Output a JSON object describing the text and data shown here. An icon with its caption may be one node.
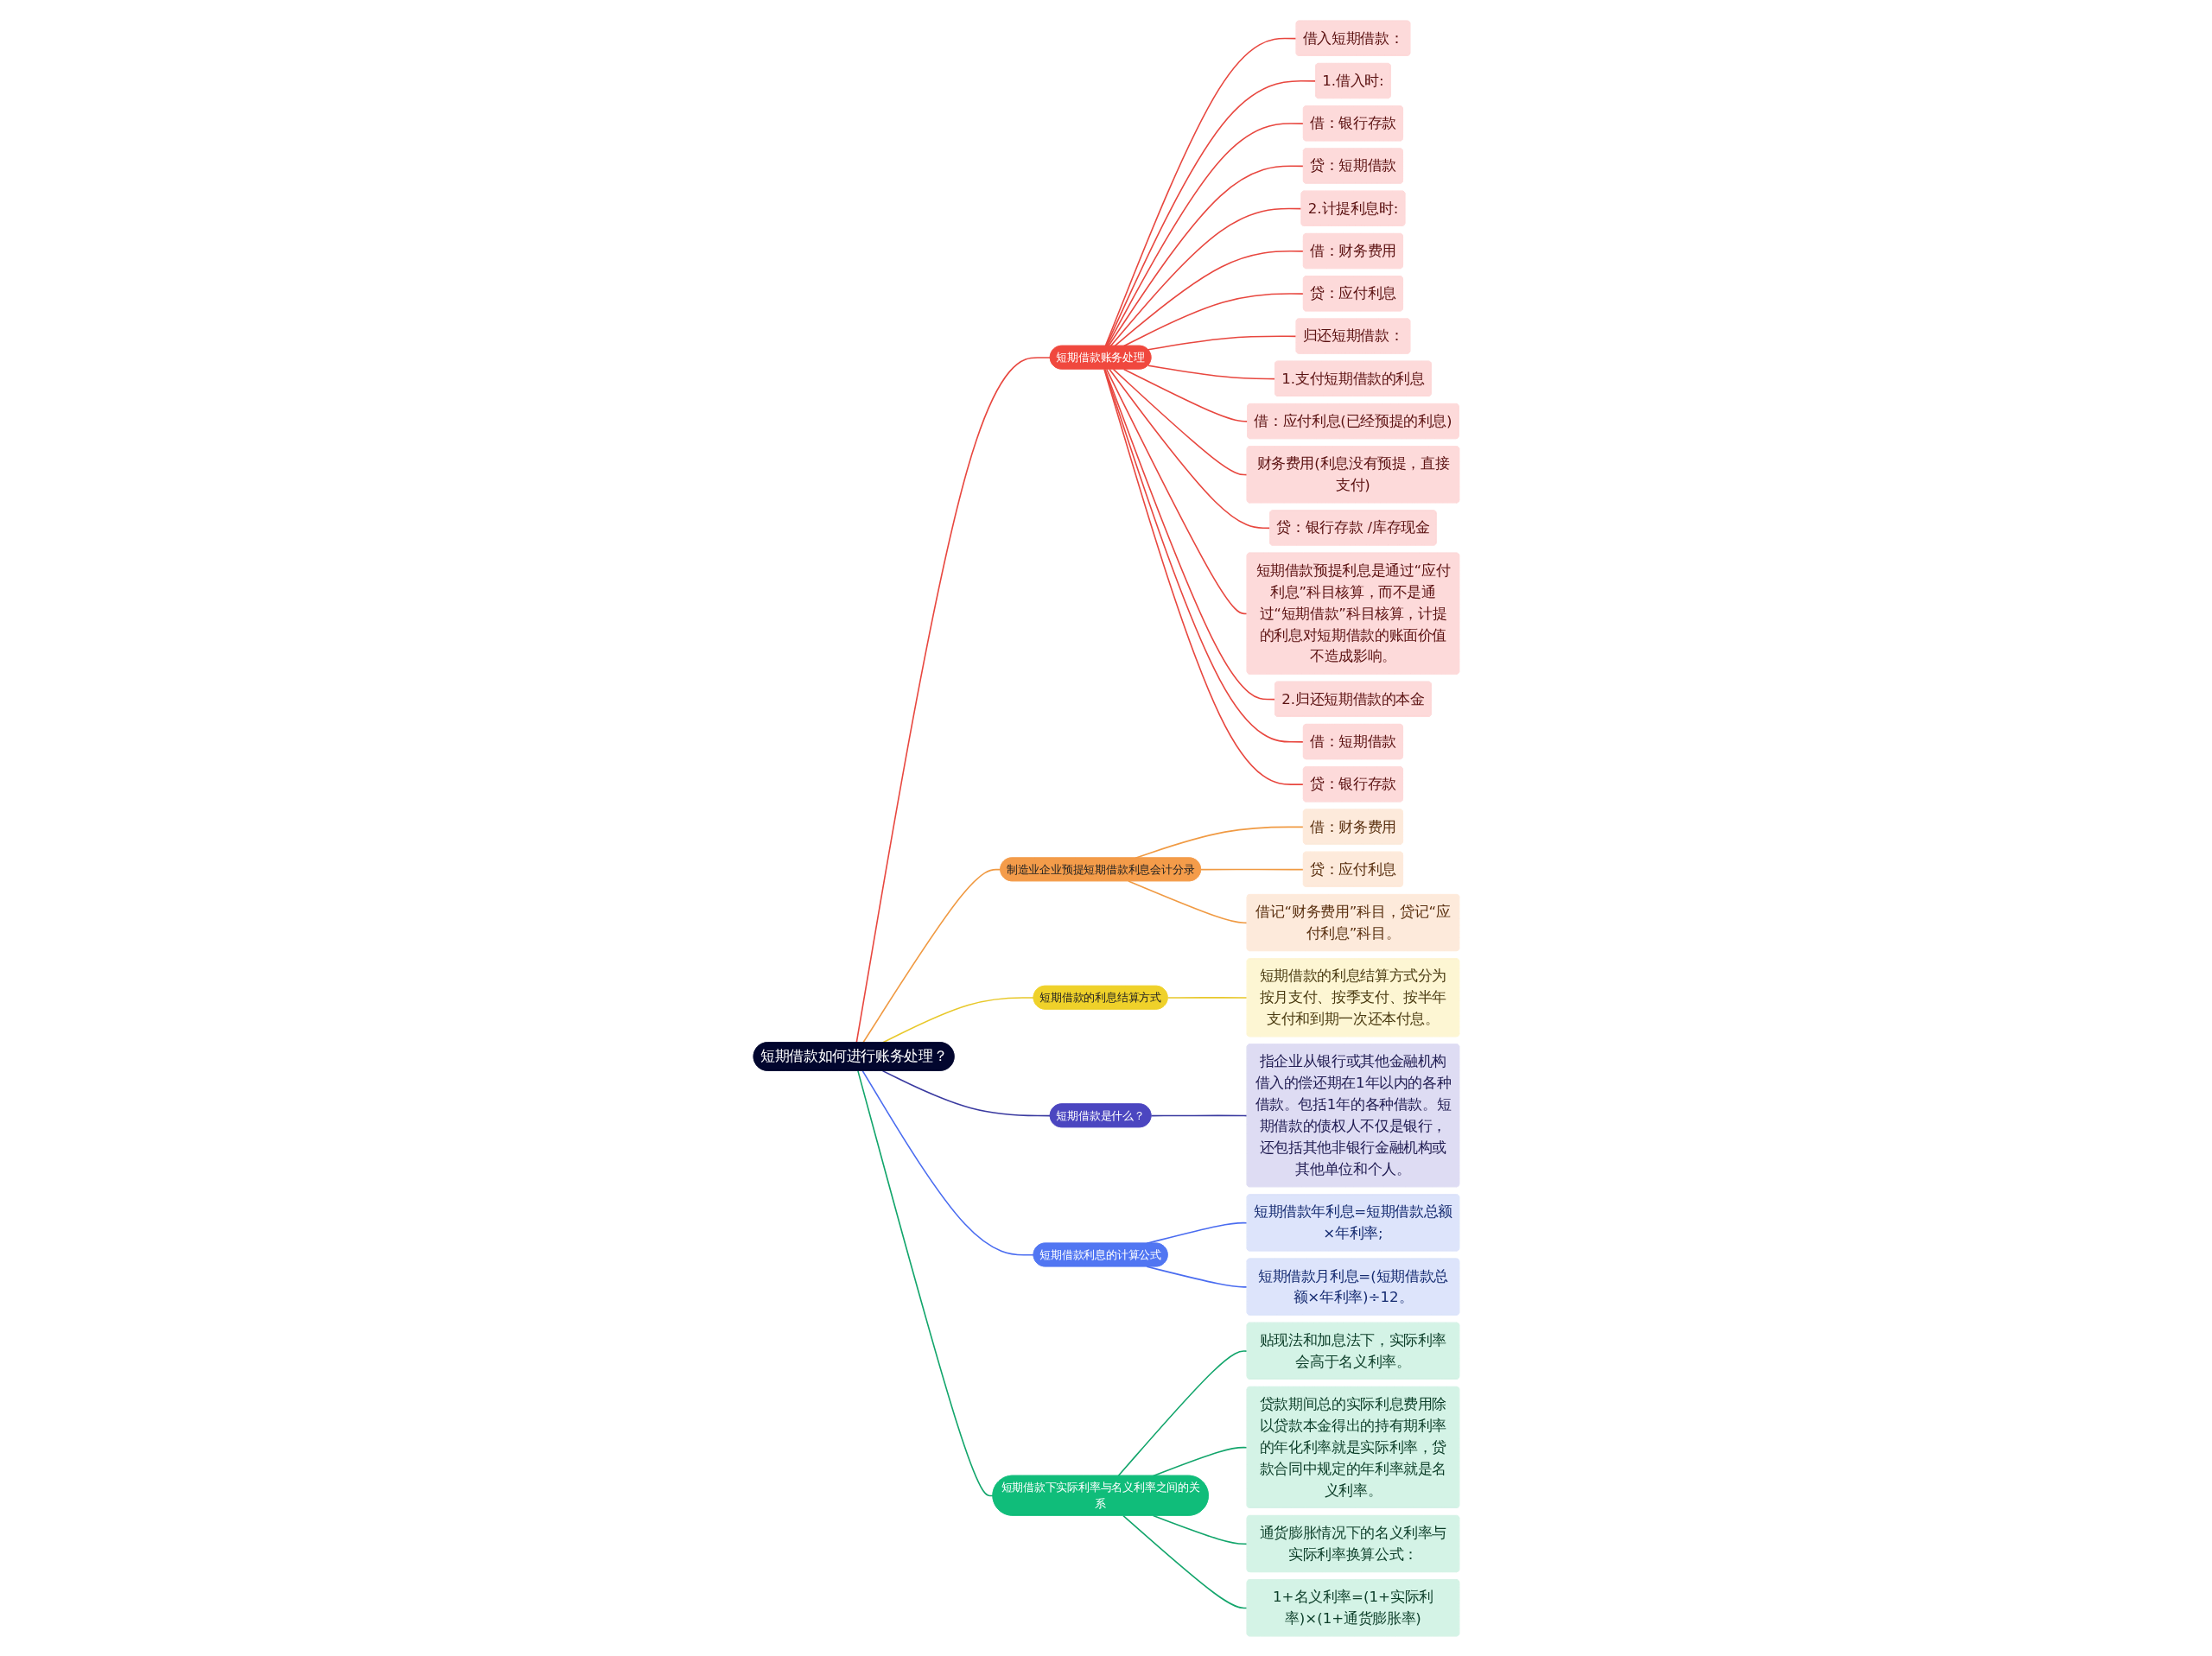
{
  "diagram": {
    "nodes": [
      {
        "text": [
          "短期借款如何进行账务处理？"
        ]
      },
      {
        "text": [
          "短期借款账务处理"
        ]
      },
      {
        "text": [
          "借入短期借款："
        ]
      },
      {
        "text": [
          "1.借入时:"
        ]
      },
      {
        "text": [
          "借：银行存款"
        ]
      },
      {
        "text": [
          "贷：短期借款"
        ]
      },
      {
        "text": [
          "2.计提利息时:"
        ]
      },
      {
        "text": [
          "借：财务费用"
        ]
      },
      {
        "text": [
          "贷：应付利息"
        ]
      },
      {
        "text": [
          "归还短期借款："
        ]
      },
      {
        "text": [
          "1.支付短期借款的利息"
        ]
      },
      {
        "text": [
          "借：应付利息(已经预提的利息)"
        ]
      },
      {
        "text": [
          "财务费用(利息没有预提，直接支付)"
        ]
      },
      {
        "text": [
          "贷：银行存款 /库存现金"
        ]
      },
      {
        "text": [
          "短期借款预提利息是通过“应付利息”科目核算，而不是通过“短期借款”科目核算，计提的利息对短期借款的账面价值不造成影响。"
        ]
      },
      {
        "text": [
          "2.归还短期借款的本金"
        ]
      },
      {
        "text": [
          "借：短期借款"
        ]
      },
      {
        "text": [
          "贷：银行存款"
        ]
      },
      {
        "text": [
          "制造业企业预提短期借款利息会计分录"
        ]
      },
      {
        "text": [
          "借：财务费用"
        ]
      },
      {
        "text": [
          "贷：应付利息"
        ]
      },
      {
        "text": [
          "借记“财务费用”科目，贷记“应付利息”科目。"
        ]
      },
      {
        "text": [
          "短期借款的利息结算方式"
        ]
      },
      {
        "text": [
          "短期借款的利息结算方式分为按月支付、按季支付、按半年支付和到期一次还本付息。"
        ]
      },
      {
        "text": [
          "短期借款是什么？"
        ]
      },
      {
        "text": [
          "指企业从银行或其他金融机构借入的偿还期在1年以内的各种借款。包括1年的各种借款。短期借款的债权人不仅是银行，还包括其他非银行金融机构或其他单位和个人。"
        ]
      },
      {
        "text": [
          "短期借款利息的计算公式"
        ]
      },
      {
        "text": [
          "短期借款年利息=短期借款总额×年利率;"
        ]
      },
      {
        "text": [
          "短期借款月利息=(短期借款总额×年利率)÷12。"
        ]
      },
      {
        "text": [
          "短期借款下实际利率与名义利率之间的关系"
        ]
      },
      {
        "text": [
          "贴现法和加息法下，实际利率会高于名义利率。"
        ]
      },
      {
        "text": [
          "贷款期间总的实际利息费用除以贷款本金得出的持有期利率的年化利率就是实际利率，贷款合同中规定的年利率就是名义利率。"
        ]
      },
      {
        "text": [
          "通货膨胀情况下的名义利率与实际利率换算公式："
        ]
      },
      {
        "text": [
          "1+名义利率=(1+实际利率)×(1+通货膨胀率)"
        ]
      }
    ],
    "edges": [
      {
        "from": 0,
        "to": 1,
        "arrow": "none"
      },
      {
        "from": 1,
        "to": 2,
        "arrow": "none"
      },
      {
        "from": 1,
        "to": 3,
        "arrow": "none"
      },
      {
        "from": 1,
        "to": 4,
        "arrow": "none"
      },
      {
        "from": 1,
        "to": 5,
        "arrow": "none"
      },
      {
        "from": 1,
        "to": 6,
        "arrow": "none"
      },
      {
        "from": 1,
        "to": 7,
        "arrow": "none"
      },
      {
        "from": 1,
        "to": 8,
        "arrow": "none"
      },
      {
        "from": 1,
        "to": 9,
        "arrow": "none"
      },
      {
        "from": 1,
        "to": 10,
        "arrow": "none"
      },
      {
        "from": 1,
        "to": 11,
        "arrow": "none"
      },
      {
        "from": 1,
        "to": 12,
        "arrow": "none"
      },
      {
        "from": 1,
        "to": 13,
        "arrow": "none"
      },
      {
        "from": 1,
        "to": 14,
        "arrow": "none"
      },
      {
        "from": 1,
        "to": 15,
        "arrow": "none"
      },
      {
        "from": 1,
        "to": 16,
        "arrow": "none"
      },
      {
        "from": 1,
        "to": 17,
        "arrow": "none"
      },
      {
        "from": 0,
        "to": 18,
        "arrow": "none",
        "color": "#f09a43"
      },
      {
        "from": 18,
        "to": 19,
        "arrow": "none",
        "color": "#f09a43"
      },
      {
        "from": 18,
        "to": 20,
        "arrow": "none",
        "color": "#f09a43"
      },
      {
        "from": 18,
        "to": 21,
        "arrow": "none",
        "color": "#f09a43"
      },
      {
        "from": 0,
        "to": 22,
        "arrow": "none",
        "color": "#e8c82a"
      },
      {
        "from": 22,
        "to": 23,
        "arrow": "none",
        "color": "#e8c82a"
      },
      {
        "from": 0,
        "to": 24,
        "arrow": "none",
        "color": "#3a3aa0"
      },
      {
        "from": 24,
        "to": 25,
        "arrow": "none",
        "color": "#3a3aa0"
      },
      {
        "from": 0,
        "to": 26,
        "arrow": "none",
        "color": "#4a6cf0"
      },
      {
        "from": 26,
        "to": 27,
        "arrow": "none",
        "color": "#4a6cf0"
      },
      {
        "from": 26,
        "to": 28,
        "arrow": "none",
        "color": "#4a6cf0"
      },
      {
        "from": 0,
        "to": 29,
        "arrow": "none",
        "color": "#12a56b"
      },
      {
        "from": 29,
        "to": 30,
        "arrow": "none",
        "color": "#12a56b"
      },
      {
        "from": 29,
        "to": 31,
        "arrow": "none",
        "color": "#12a56b"
      },
      {
        "from": 29,
        "to": 32,
        "arrow": "none",
        "color": "#12a56b"
      },
      {
        "from": 29,
        "to": 33,
        "arrow": "none",
        "color": "#12a56b"
      }
    ]
  }
}
